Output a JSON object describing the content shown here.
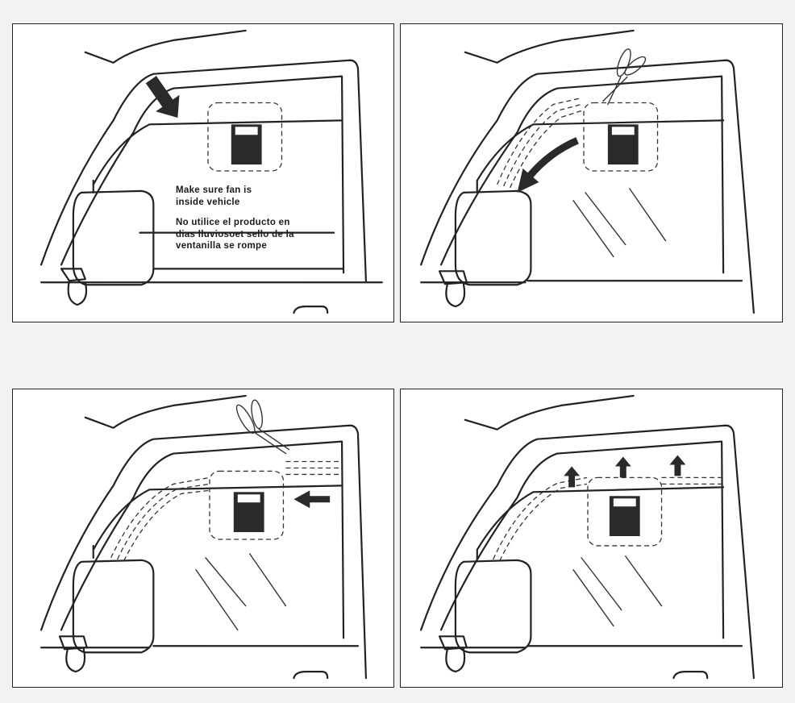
{
  "panels": [
    {
      "id": "step-1",
      "note_en": "Make sure fan is\ninside vehicle",
      "note_es": "No utilice el producto en\ndias lluviosoet sello de la\nventanilla se rompe"
    },
    {
      "id": "step-2"
    },
    {
      "id": "step-3"
    },
    {
      "id": "step-4"
    }
  ],
  "icons": [
    "down-right-arrow-icon",
    "scissors-icon",
    "curved-arrow-icon",
    "left-arrow-icon",
    "up-arrow-icon"
  ],
  "colors": {
    "line": "#222222",
    "background": "#f2f2f2",
    "panel": "#ffffff",
    "fan": "#2a2a2a"
  }
}
